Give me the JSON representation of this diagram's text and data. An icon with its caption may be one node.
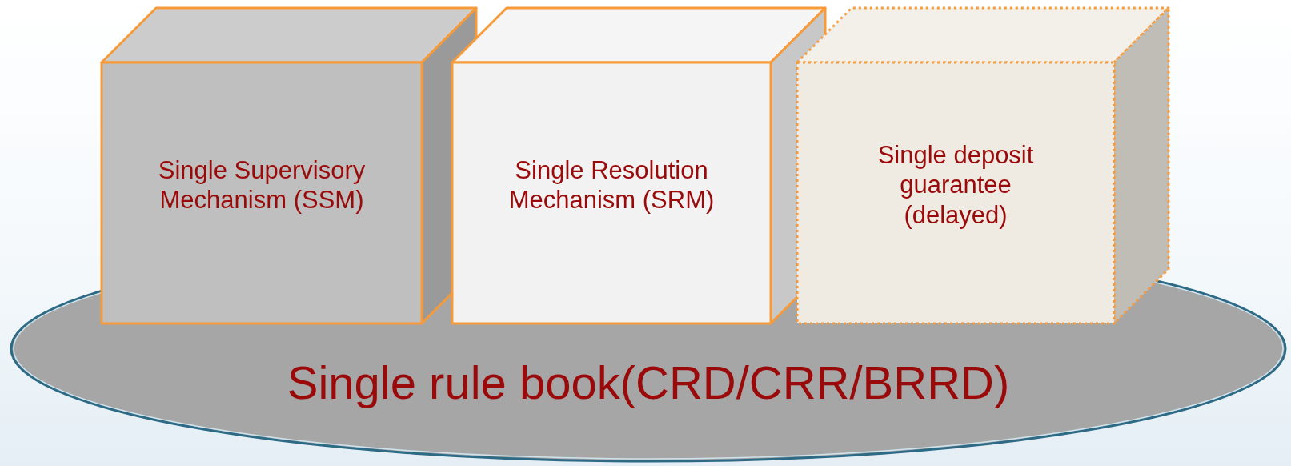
{
  "diagram": {
    "nodes": [
      {
        "text": [
          "Single rule book(CRD/CRR/BRRD)"
        ]
      },
      {
        "text": [
          "Single Supervisory Mechanism (SSM)"
        ]
      },
      {
        "text": [
          "Single Resolution Mechanism (SRM)"
        ]
      },
      {
        "text": [
          "Single deposit guarantee (delayed)"
        ]
      }
    ]
  }
}
